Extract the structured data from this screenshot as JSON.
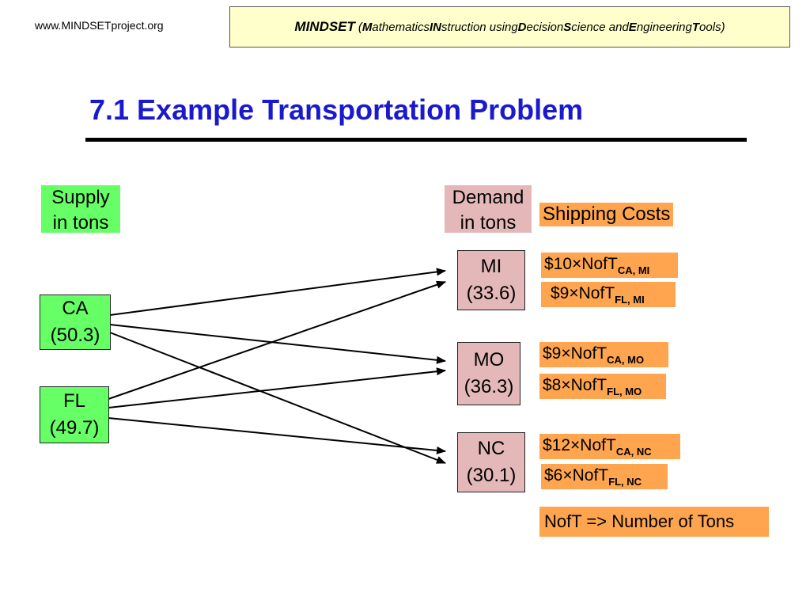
{
  "site_url": "www.MINDSETproject.org",
  "header": {
    "brand": "MINDSET",
    "open_paren": " (",
    "parts": [
      {
        "initial": "M",
        "rest": "athematics "
      },
      {
        "initial": "IN",
        "rest": "struction using "
      },
      {
        "initial": "D",
        "rest": "ecision "
      },
      {
        "initial": "S",
        "rest": "cience and "
      },
      {
        "initial": "E",
        "rest": "ngineering "
      },
      {
        "initial": "T",
        "rest": "ools"
      }
    ],
    "close_paren": ")"
  },
  "slide_title": "7.1  Example Transportation Problem",
  "labels": {
    "supply": [
      "Supply",
      "in tons"
    ],
    "demand": [
      "Demand",
      "in tons"
    ],
    "shipping": "Shipping Costs"
  },
  "supply_nodes": {
    "ca": {
      "name": "CA",
      "value": "(50.3)"
    },
    "fl": {
      "name": "FL",
      "value": "(49.7)"
    }
  },
  "demand_nodes": {
    "mi": {
      "name": "MI",
      "value": "(33.6)"
    },
    "mo": {
      "name": "MO",
      "value": "(36.3)"
    },
    "nc": {
      "name": "NC",
      "value": "(30.1)"
    }
  },
  "costs": {
    "ca_mi": {
      "text": "$10×NofT",
      "sub": "CA, MI"
    },
    "fl_mi": {
      "text": "$9×NofT",
      "sub": "FL, MI"
    },
    "ca_mo": {
      "text": "$9×NofT",
      "sub": "CA, MO"
    },
    "fl_mo": {
      "text": "$8×NofT",
      "sub": "FL, MO"
    },
    "ca_nc": {
      "text": "$12×NofT",
      "sub": "CA, NC"
    },
    "fl_nc": {
      "text": "$6×NofT",
      "sub": "FL, NC"
    }
  },
  "note": "NofT => Number of Tons",
  "edges": [
    {
      "from": "CA",
      "to": "MI"
    },
    {
      "from": "CA",
      "to": "MO"
    },
    {
      "from": "CA",
      "to": "NC"
    },
    {
      "from": "FL",
      "to": "MI"
    },
    {
      "from": "FL",
      "to": "MO"
    },
    {
      "from": "FL",
      "to": "NC"
    }
  ],
  "colors": {
    "title": "#1a1acc",
    "supply": "#66ff66",
    "demand": "#e4b8b8",
    "cost": "#ffa54f",
    "header_bg": "#ffffcc"
  }
}
